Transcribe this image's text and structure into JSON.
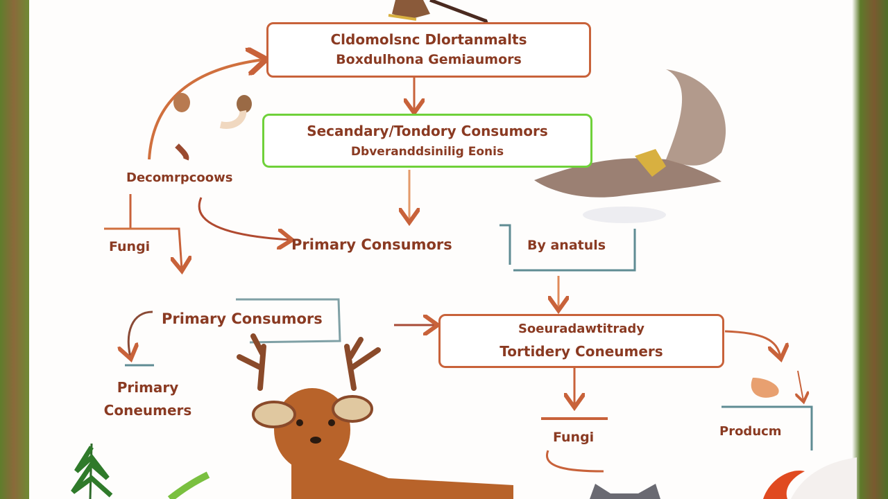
{
  "diagram": {
    "top_box": {
      "line1": "Cldomolsnc Dlortanmalts",
      "line2": "Boxdulhona Gemiaumors"
    },
    "green_box": {
      "line1": "Secandary/Tondory Consumors",
      "line2": "Dbveranddsinilig Eonis"
    },
    "decomposers": "Decomrpcoows",
    "fungi_left": "Fungi",
    "primary_center": "Primary Consumors",
    "by_animals": "By anatuls",
    "primary_left": "Primary Consumors",
    "primary_bottom": {
      "line1": "Primary",
      "line2": "Coneumers"
    },
    "tertiary_box": {
      "line1": "Soeuradawtitrady",
      "line2": "Tortidery Coneumers"
    },
    "fungi_bottom": "Fungi",
    "producer": "Producm"
  },
  "colors": {
    "arrow": "#c8623a",
    "green_border": "#6fd13a",
    "teal_border": "#5f8c93",
    "text": "#8a3a22"
  }
}
